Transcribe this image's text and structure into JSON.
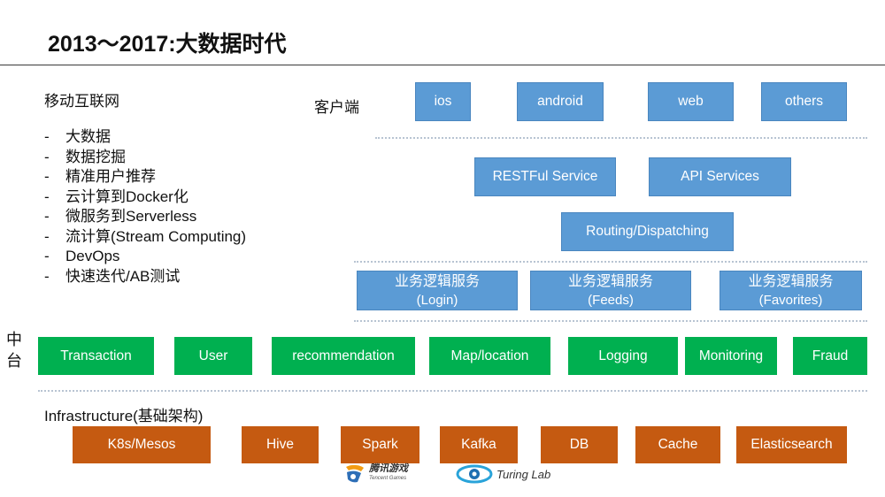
{
  "title": "2013～2017:大数据时代",
  "left_panel": {
    "heading": "移动互联网",
    "items": [
      "大数据",
      "数据挖掘",
      "精准用户推荐",
      "云计算到Docker化",
      "微服务到Serverless",
      "流计算(Stream Computing)",
      "DevOps",
      "快速迭代/AB测试"
    ]
  },
  "client": {
    "label": "客户端",
    "boxes": [
      "ios",
      "android",
      "web",
      "others"
    ]
  },
  "services": [
    "RESTFul Service",
    "API Services"
  ],
  "routing": "Routing/Dispatching",
  "business": [
    {
      "title": "业务逻辑服务",
      "sub": "(Login)"
    },
    {
      "title": "业务逻辑服务",
      "sub": "(Feeds)"
    },
    {
      "title": "业务逻辑服务",
      "sub": "(Favorites)"
    }
  ],
  "middle": {
    "label": "中台",
    "boxes": [
      "Transaction",
      "User",
      "recommendation",
      "Map/location",
      "Logging",
      "Monitoring",
      "Fraud"
    ]
  },
  "infrastructure": {
    "label": "Infrastructure(基础架构)",
    "boxes": [
      "K8s/Mesos",
      "Hive",
      "Spark",
      "Kafka",
      "DB",
      "Cache",
      "Elasticsearch"
    ]
  },
  "logos": {
    "tencent_text": "腾讯游戏",
    "tencent_sub": "Tencent Games",
    "turing": "Turing Lab"
  },
  "colors": {
    "blue": "#5b9bd5",
    "green": "#00b050",
    "orange": "#c55a11"
  }
}
